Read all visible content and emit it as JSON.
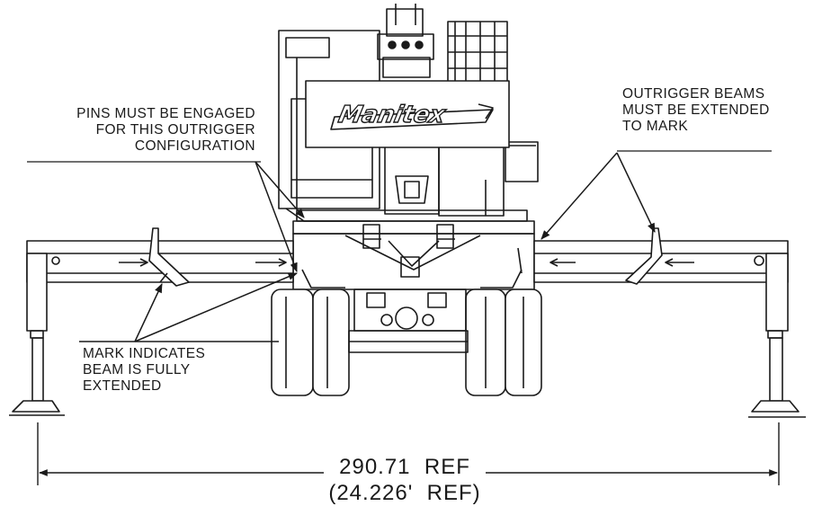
{
  "notes": {
    "pins": [
      "PINS MUST BE ENGAGED",
      "FOR THIS OUTRIGGER",
      "CONFIGURATION"
    ],
    "beams": [
      "OUTRIGGER BEAMS",
      "MUST BE EXTENDED",
      "TO MARK"
    ],
    "mark": [
      "MARK INDICATES",
      "BEAM IS FULLY",
      "EXTENDED"
    ]
  },
  "logo_text": "Manitex",
  "dimension": {
    "primary": "290.71  REF",
    "secondary": "(24.226'  REF)"
  },
  "colors": {
    "line": "#1a1a1a",
    "paper": "#ffffff"
  }
}
